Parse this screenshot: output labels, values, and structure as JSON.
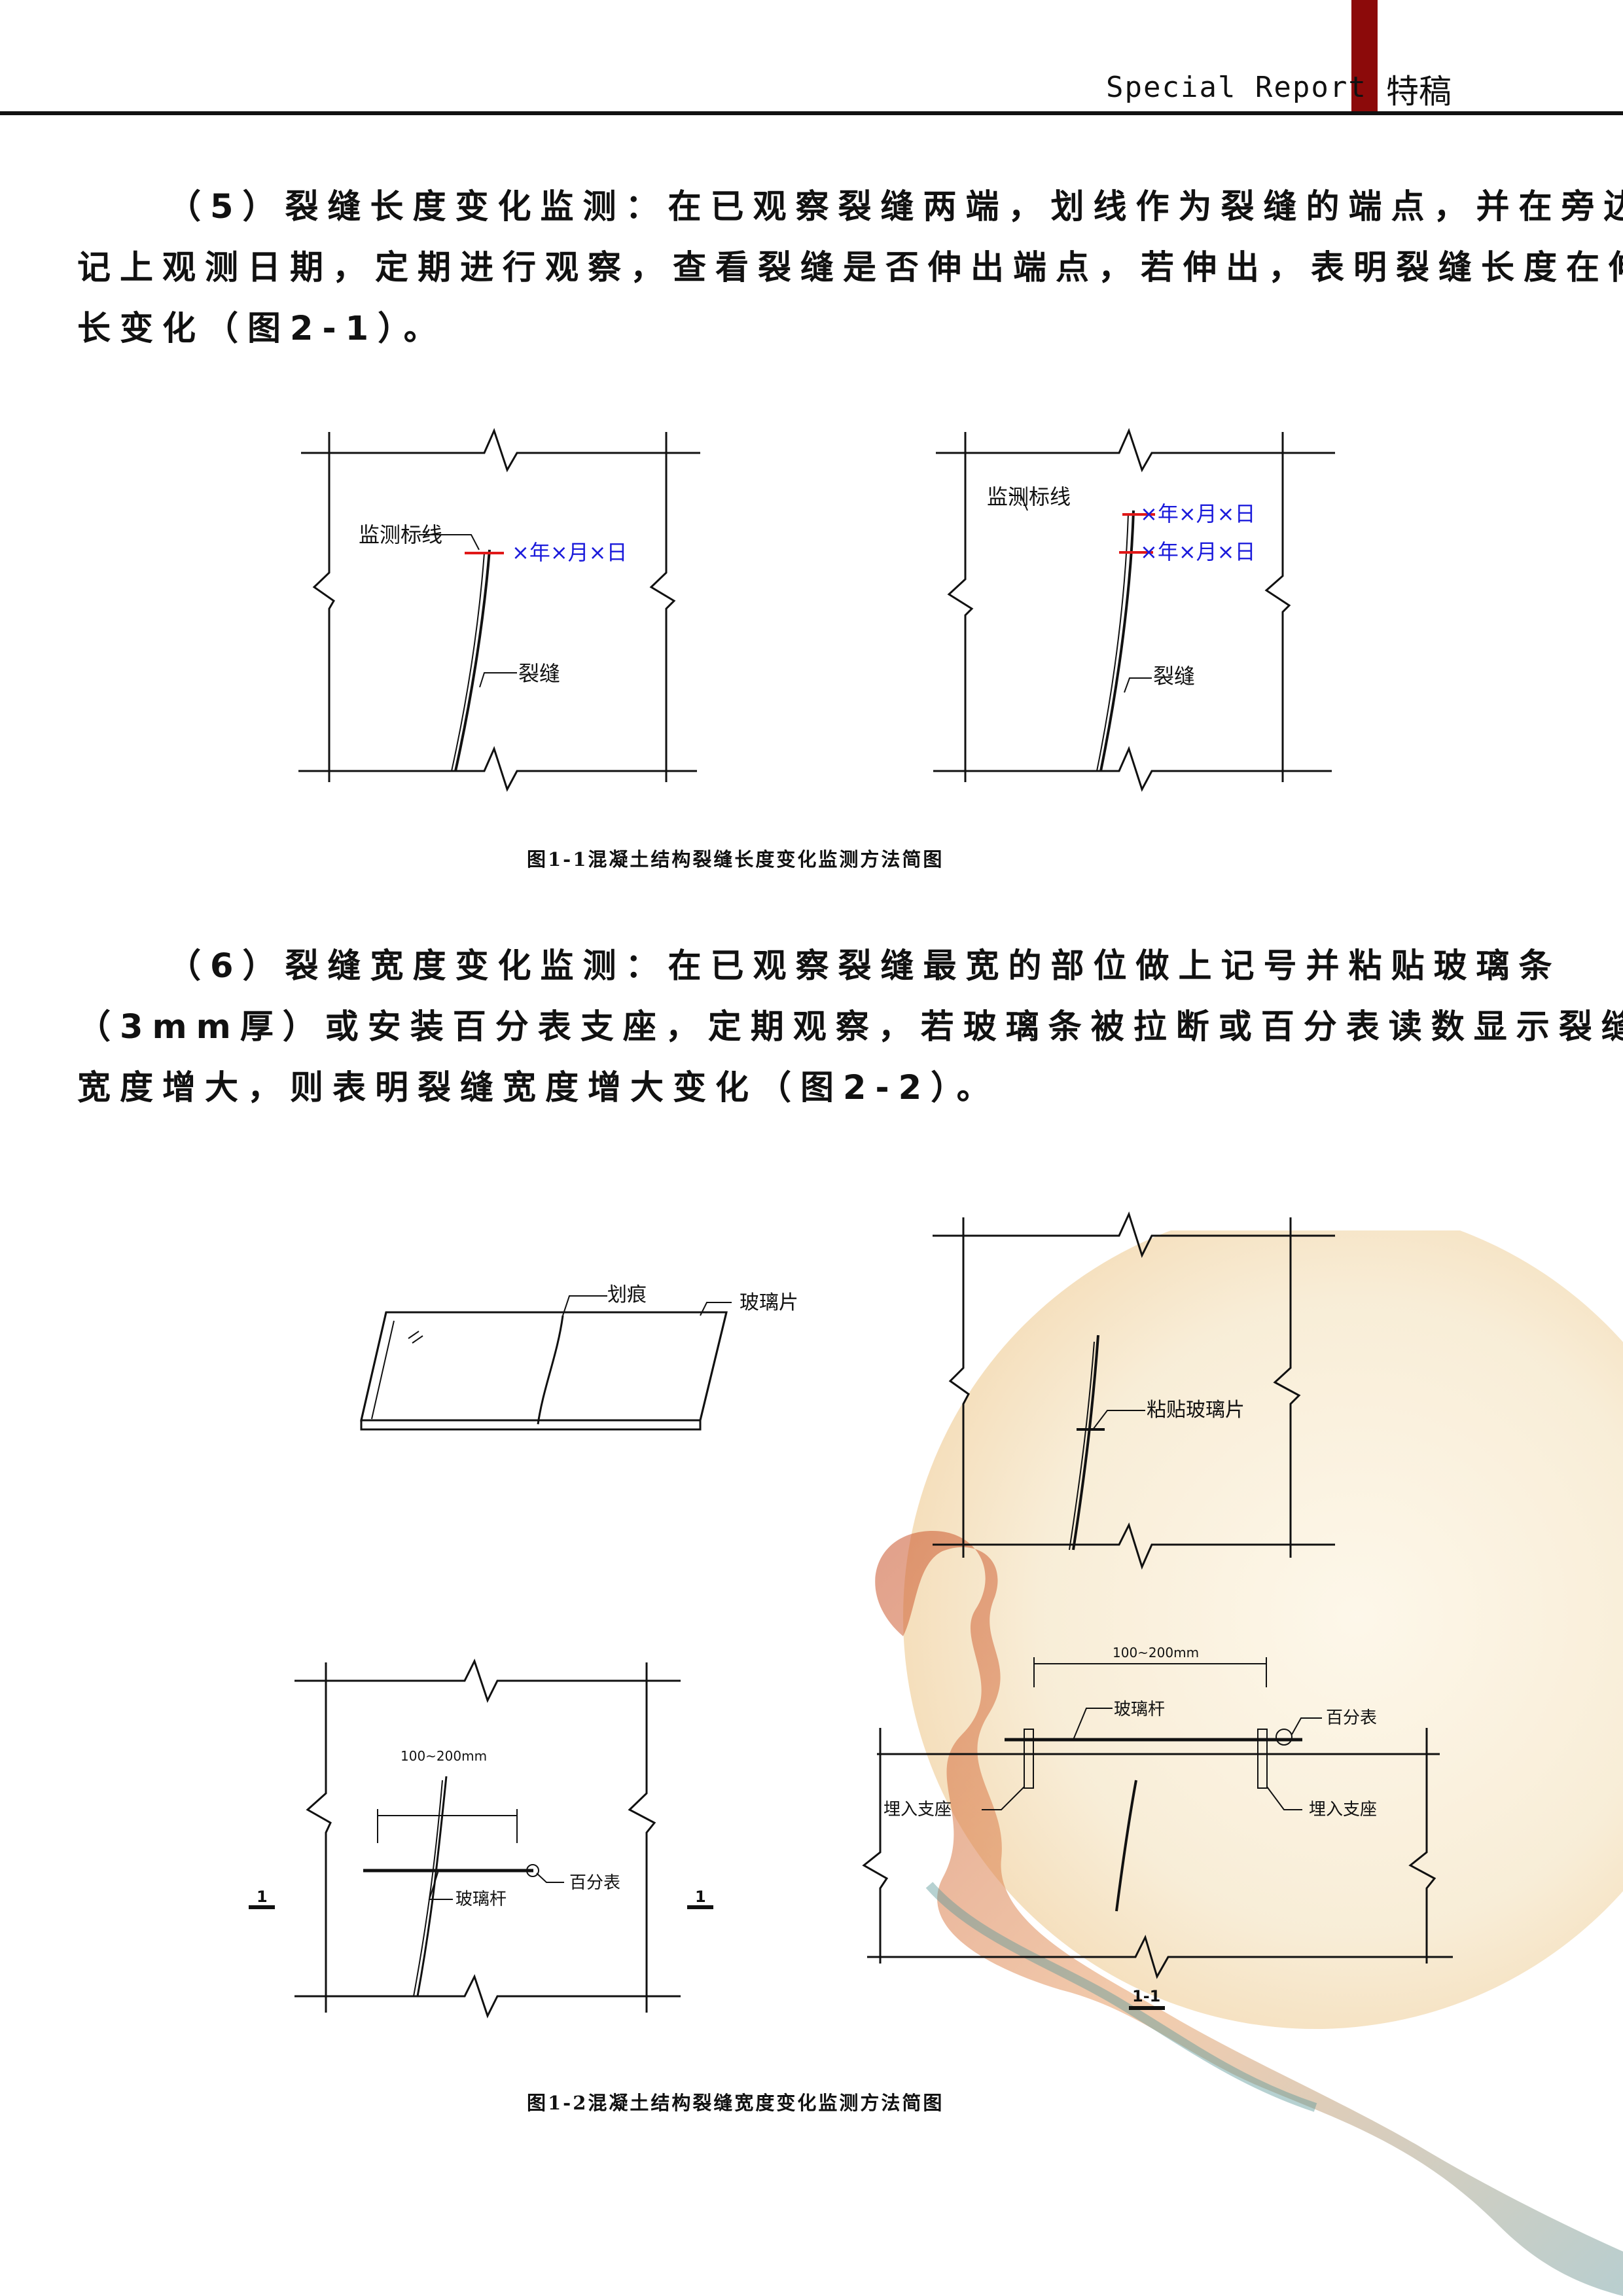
{
  "header": {
    "en": "Special Report",
    "zh": "特稿",
    "tab_color": "#8c0a0a"
  },
  "paragraphs": {
    "p5": {
      "line1": "（5）裂缝长度变化监测：在已观察裂缝两端，划线作为裂缝的端点，并在旁边",
      "line2": "记上观测日期，定期进行观察，查看裂缝是否伸出端点，若伸出，表明裂缝长度在伸",
      "line3": "长变化（图2-1）。"
    },
    "p6": {
      "line1": "（6）裂缝宽度变化监测：在已观察裂缝最宽的部位做上记号并粘贴玻璃条",
      "line2": "（3mm厚）或安装百分表支座，定期观察，若玻璃条被拉断或百分表读数显示裂缝",
      "line3": "宽度增大，则表明裂缝宽度增大变化（图2-2）。"
    }
  },
  "figure1": {
    "left": {
      "monitor_label": "监测标线",
      "date_mark": "×年×月×日",
      "crack_label": "裂缝"
    },
    "right": {
      "monitor_label": "监测标线",
      "date_mark_1": "×年×月×日",
      "date_mark_2": "×年×月×日",
      "crack_label": "裂缝"
    },
    "caption": "图1-1混凝土结构裂缝长度变化监测方法简图",
    "date_color": "#1a1adb",
    "mark_color": "#e01818"
  },
  "figure2": {
    "glass": {
      "scratch_label": "划痕",
      "glass_label": "玻璃片"
    },
    "wall": {
      "attached_label": "粘贴玻璃片"
    },
    "plan": {
      "dimension": "100~200mm",
      "rod_label": "玻璃杆",
      "gauge_label": "百分表",
      "section_mark_left": "1",
      "section_mark_right": "1"
    },
    "section": {
      "dimension": "100~200mm",
      "rod_label": "玻璃杆",
      "gauge_label": "百分表",
      "support_left": "埋入支座",
      "support_right": "埋入支座",
      "section_label": "1-1"
    },
    "caption": "图1-2混凝土结构裂缝宽度变化监测方法简图"
  }
}
